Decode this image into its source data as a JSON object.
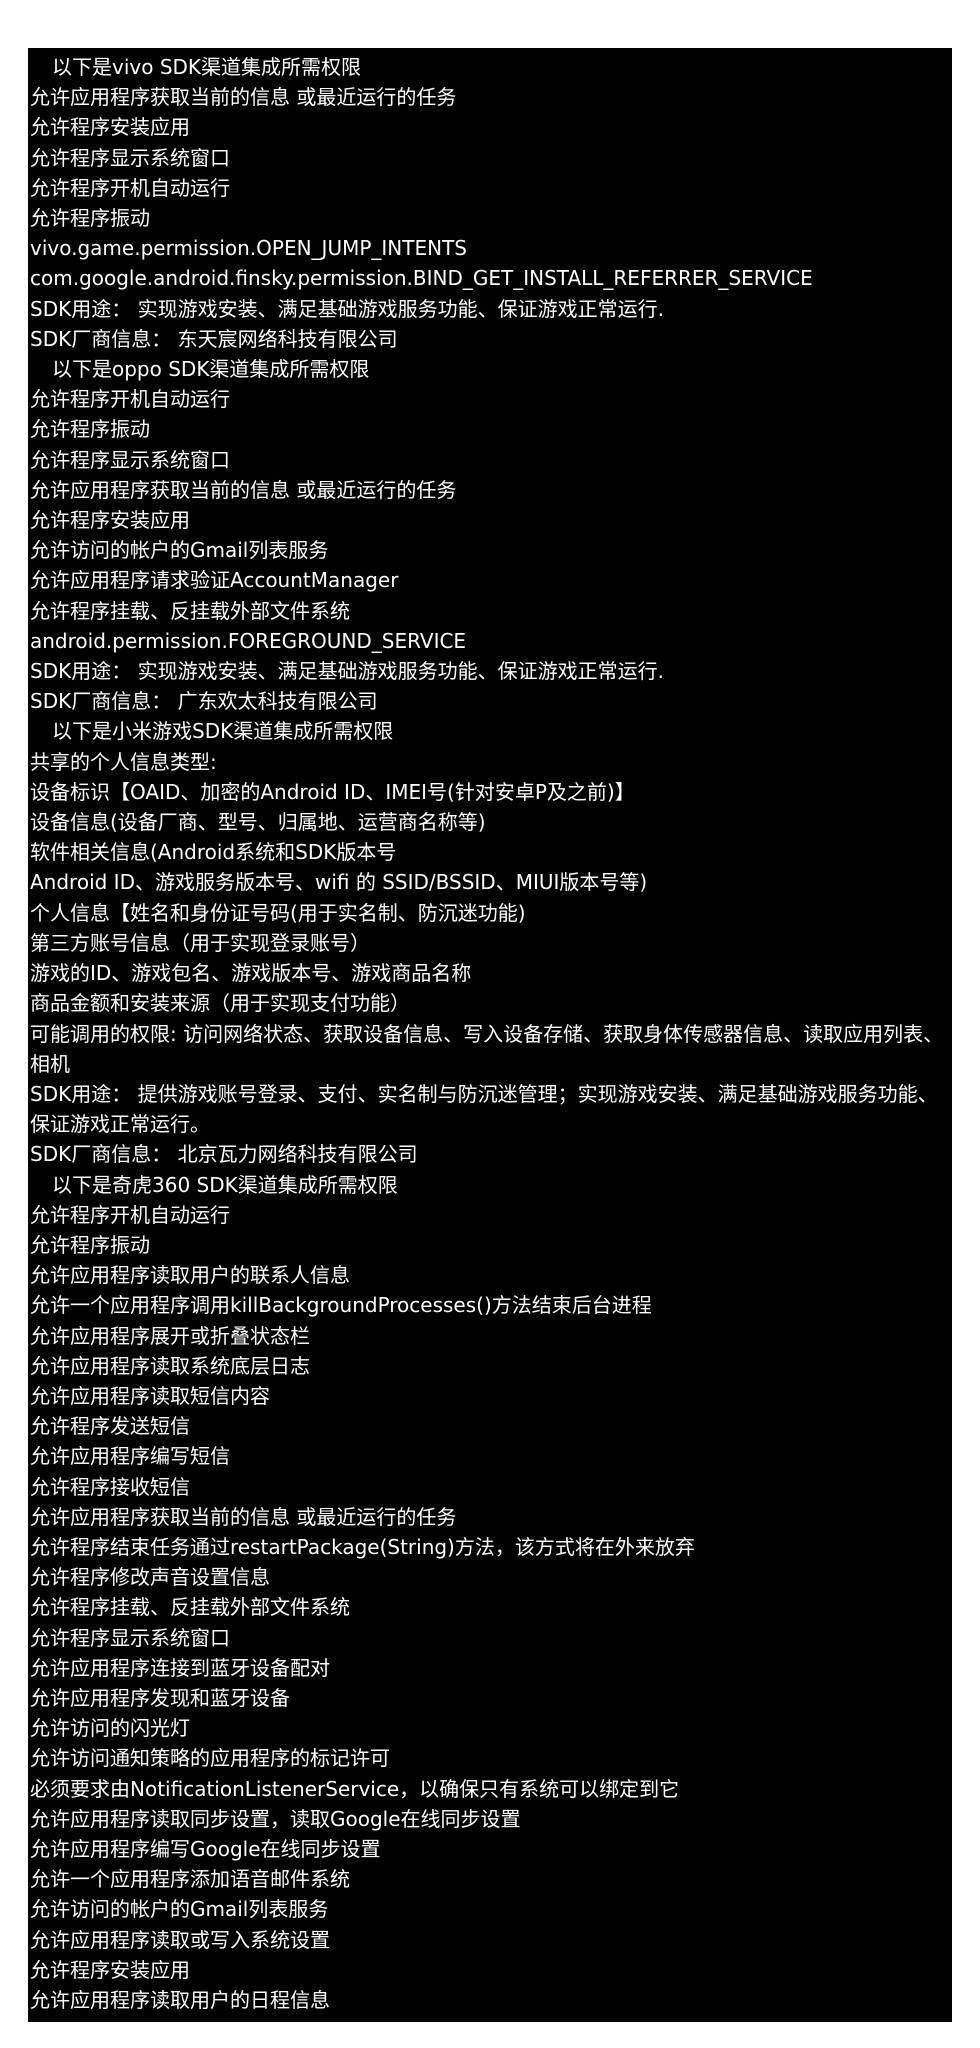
{
  "page": {
    "background_color": "#000000",
    "text_color": "#ffffff",
    "outer_background_color": "#ffffff"
  },
  "lines": [
    {
      "text": "以下是vivo SDK渠道集成所需权限",
      "indent": true
    },
    {
      "text": "允许应用程序获取当前的信息 或最近运行的任务"
    },
    {
      "text": "允许程序安装应用"
    },
    {
      "text": "允许程序显示系统窗口"
    },
    {
      "text": "允许程序开机自动运行"
    },
    {
      "text": "允许程序振动"
    },
    {
      "text": "vivo.game.permission.OPEN_JUMP_INTENTS"
    },
    {
      "text": "com.google.android.finsky.permission.BIND_GET_INSTALL_REFERRER_SERVICE"
    },
    {
      "text": "SDK用途： 实现游戏安装、满足基础游戏服务功能、保证游戏正常运行."
    },
    {
      "text": "SDK厂商信息： 东天宸网络科技有限公司"
    },
    {
      "text": "以下是oppo SDK渠道集成所需权限",
      "indent": true
    },
    {
      "text": "允许程序开机自动运行"
    },
    {
      "text": "允许程序振动"
    },
    {
      "text": "允许程序显示系统窗口"
    },
    {
      "text": "允许应用程序获取当前的信息 或最近运行的任务"
    },
    {
      "text": "允许程序安装应用"
    },
    {
      "text": "允许访问的帐户的Gmail列表服务"
    },
    {
      "text": "允许应用程序请求验证AccountManager"
    },
    {
      "text": "允许程序挂载、反挂载外部文件系统"
    },
    {
      "text": "android.permission.FOREGROUND_SERVICE"
    },
    {
      "text": "SDK用途： 实现游戏安装、满足基础游戏服务功能、保证游戏正常运行."
    },
    {
      "text": "SDK厂商信息： 广东欢太科技有限公司"
    },
    {
      "text": "以下是小米游戏SDK渠道集成所需权限",
      "indent": true
    },
    {
      "text": "共享的个人信息类型:"
    },
    {
      "text": "设备标识【OAID、加密的Android ID、IMEI号(针对安卓P及之前)】"
    },
    {
      "text": "设备信息(设备厂商、型号、归属地、运营商名称等)"
    },
    {
      "text": "软件相关信息(Android系统和SDK版本号"
    },
    {
      "text": "Android ID、游戏服务版本号、wifi 的 SSID/BSSID、MIUI版本号等)"
    },
    {
      "text": "个人信息【姓名和身份证号码(用于实名制、防沉迷功能)"
    },
    {
      "text": "第三方账号信息（用于实现登录账号）"
    },
    {
      "text": "游戏的ID、游戏包名、游戏版本号、游戏商品名称"
    },
    {
      "text": "商品金额和安装来源（用于实现支付功能）"
    },
    {
      "text": "可能调用的权限: 访问网络状态、获取设备信息、写入设备存储、获取身体传感器信息、读取应用列表、"
    },
    {
      "text": "相机"
    },
    {
      "text": "SDK用途： 提供游戏账号登录、支付、实名制与防沉迷管理；实现游戏安装、满足基础游戏服务功能、"
    },
    {
      "text": "保证游戏正常运行。"
    },
    {
      "text": "SDK厂商信息： 北京瓦力网络科技有限公司"
    },
    {
      "text": "以下是奇虎360 SDK渠道集成所需权限",
      "indent": true
    },
    {
      "text": "允许程序开机自动运行"
    },
    {
      "text": "允许程序振动"
    },
    {
      "text": "允许应用程序读取用户的联系人信息"
    },
    {
      "text": "允许一个应用程序调用killBackgroundProcesses()方法结束后台进程"
    },
    {
      "text": "允许应用程序展开或折叠状态栏"
    },
    {
      "text": "允许应用程序读取系统底层日志"
    },
    {
      "text": "允许应用程序读取短信内容"
    },
    {
      "text": "允许程序发送短信"
    },
    {
      "text": "允许应用程序编写短信"
    },
    {
      "text": "允许程序接收短信"
    },
    {
      "text": "允许应用程序获取当前的信息 或最近运行的任务"
    },
    {
      "text": "允许程序结束任务通过restartPackage(String)方法，该方式将在外来放弃"
    },
    {
      "text": "允许程序修改声音设置信息"
    },
    {
      "text": "允许程序挂载、反挂载外部文件系统"
    },
    {
      "text": "允许程序显示系统窗口"
    },
    {
      "text": "允许应用程序连接到蓝牙设备配对"
    },
    {
      "text": "允许应用程序发现和蓝牙设备"
    },
    {
      "text": "允许访问的闪光灯"
    },
    {
      "text": "允许访问通知策略的应用程序的标记许可"
    },
    {
      "text": "必须要求由NotificationListenerService，以确保只有系统可以绑定到它"
    },
    {
      "text": "允许应用程序读取同步设置，读取Google在线同步设置"
    },
    {
      "text": "允许应用程序编写Google在线同步设置"
    },
    {
      "text": "允许一个应用程序添加语音邮件系统"
    },
    {
      "text": "允许访问的帐户的Gmail列表服务"
    },
    {
      "text": "允许应用程序读取或写入系统设置"
    },
    {
      "text": "允许程序安装应用"
    },
    {
      "text": "允许应用程序读取用户的日程信息"
    }
  ]
}
